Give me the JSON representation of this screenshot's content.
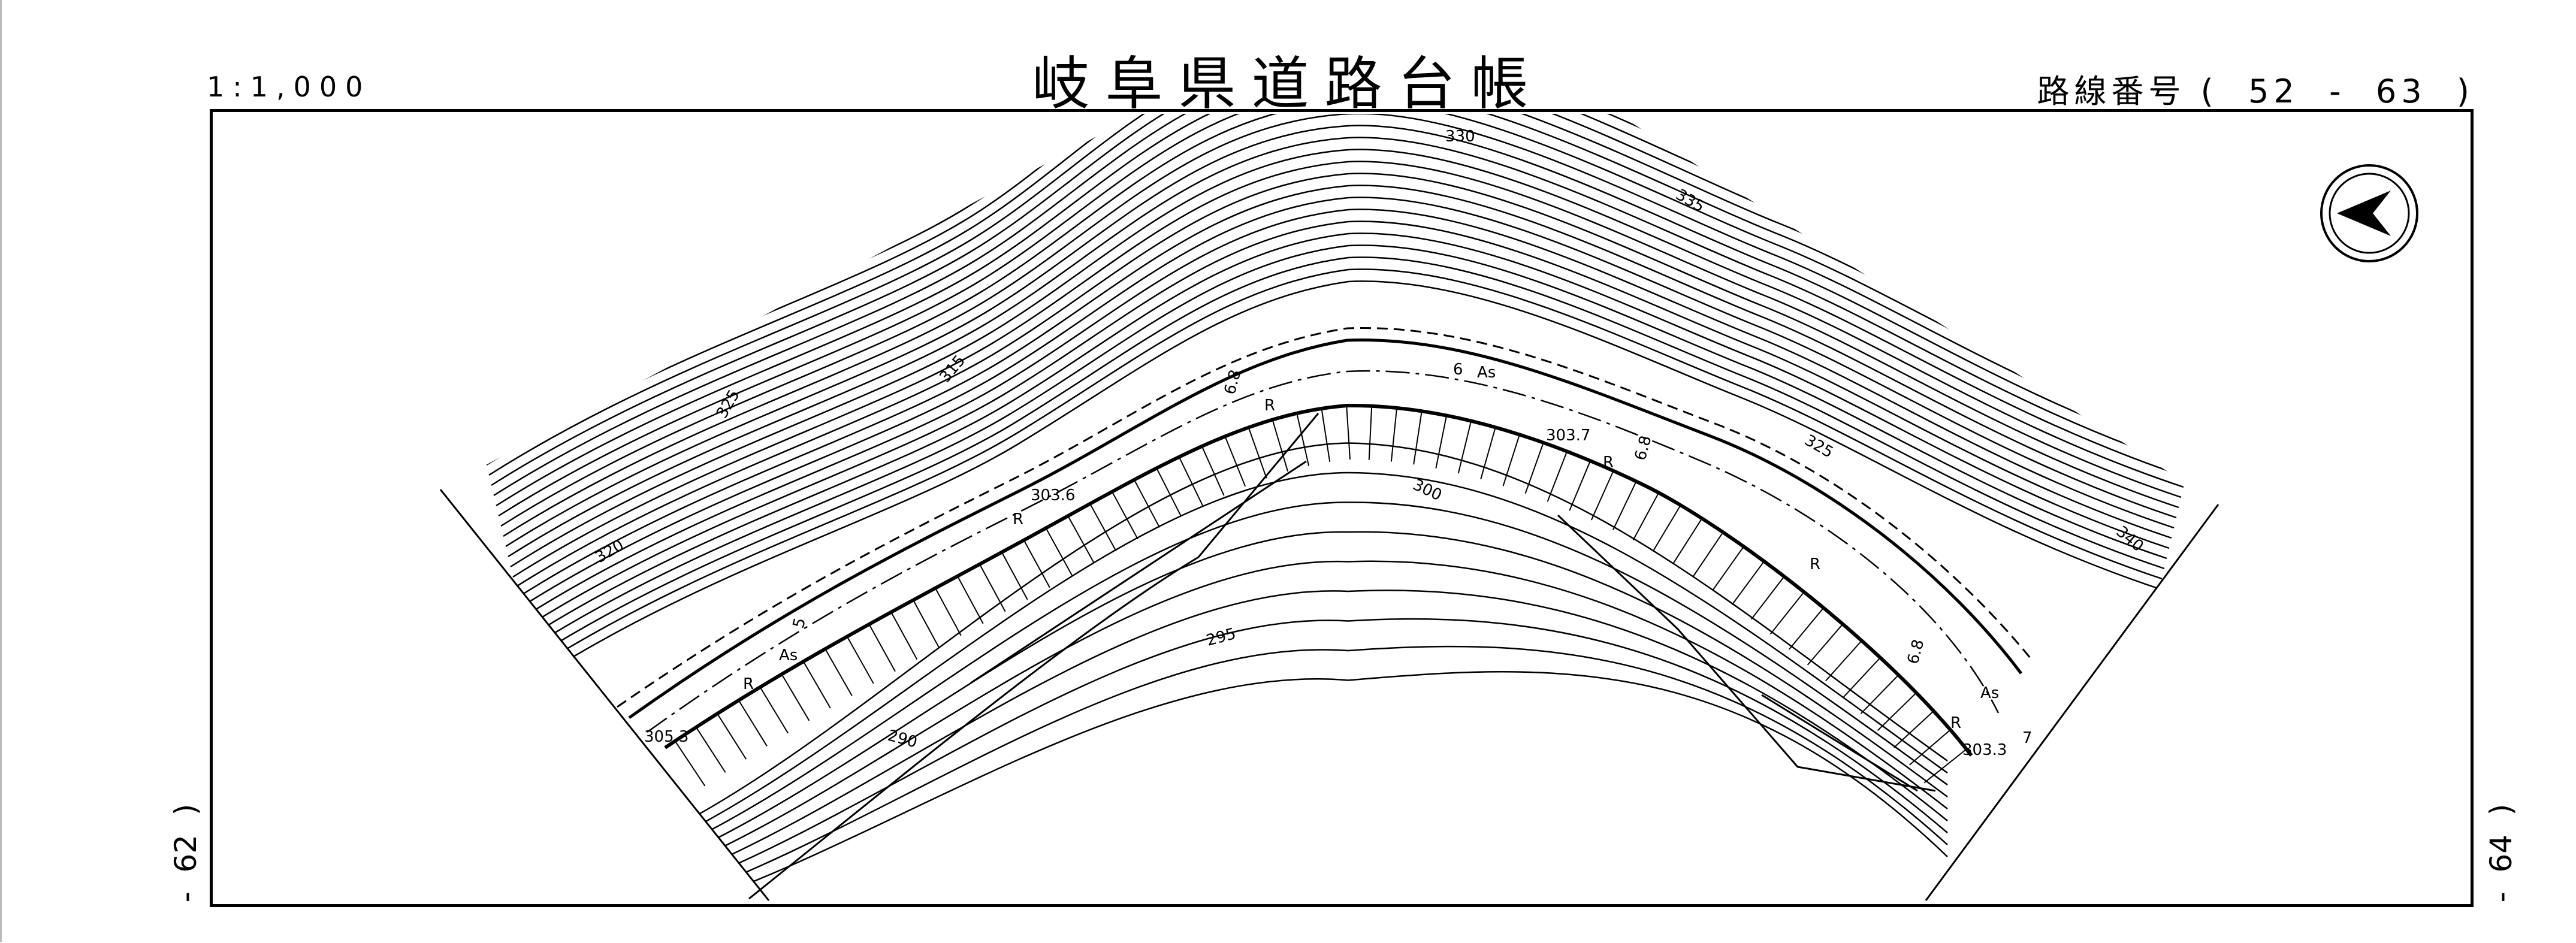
{
  "header": {
    "scale": "1:1,000",
    "title": "岐阜県道路台帳",
    "route_number": "路線番号 (  52  -  63  )"
  },
  "side_labels": {
    "left": "-  62  )",
    "right": "-  64  )"
  },
  "map": {
    "north_arrow": "north-arrow-icon",
    "contour_labels": [
      "330",
      "335",
      "325",
      "320",
      "315",
      "300",
      "295",
      "290",
      "340",
      "325"
    ],
    "spot_heights": [
      "303.6",
      "303.7",
      "305.3",
      "303.3"
    ],
    "road_labels": [
      "As",
      "As",
      "As",
      "R",
      "R",
      "R",
      "R",
      "R",
      "R",
      "6",
      "6.8",
      "6.8",
      "6.8",
      "7",
      "5"
    ]
  }
}
